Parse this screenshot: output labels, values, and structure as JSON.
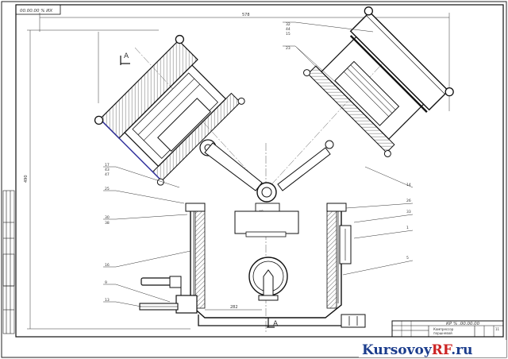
{
  "drawing": {
    "code_stamp": "00.00.00 % ИХ",
    "overall_width_dim": "578",
    "overall_height_dim": "490",
    "base_dim": "282",
    "section_mark_top": "А",
    "section_mark_bottom": "А",
    "small_dim": "48"
  },
  "callouts_right": {
    "top": [
      "32",
      "44",
      "15"
    ],
    "second": "23",
    "r_mid": "14",
    "r26": "26",
    "r33": "33",
    "r1": "1",
    "r5": "5"
  },
  "callouts_left": {
    "group": [
      "17",
      "43",
      "47"
    ],
    "c25": "25",
    "pair": [
      "30",
      "38"
    ],
    "c16": "16",
    "c9": "9",
    "c13": "13"
  },
  "title_block": {
    "code": "КР % .00.00.00",
    "name_line1": "Компрессор",
    "name_line2": "поршневой",
    "sheet": "11"
  },
  "watermark": {
    "part1": "Kursovoy",
    "part2": "RF",
    "part3": ".ru"
  },
  "colors": {
    "line": "#1a1a1a",
    "accent": "#2a2a9a",
    "watermark_blue": "#1b3c8c",
    "watermark_red": "#cc2222"
  }
}
